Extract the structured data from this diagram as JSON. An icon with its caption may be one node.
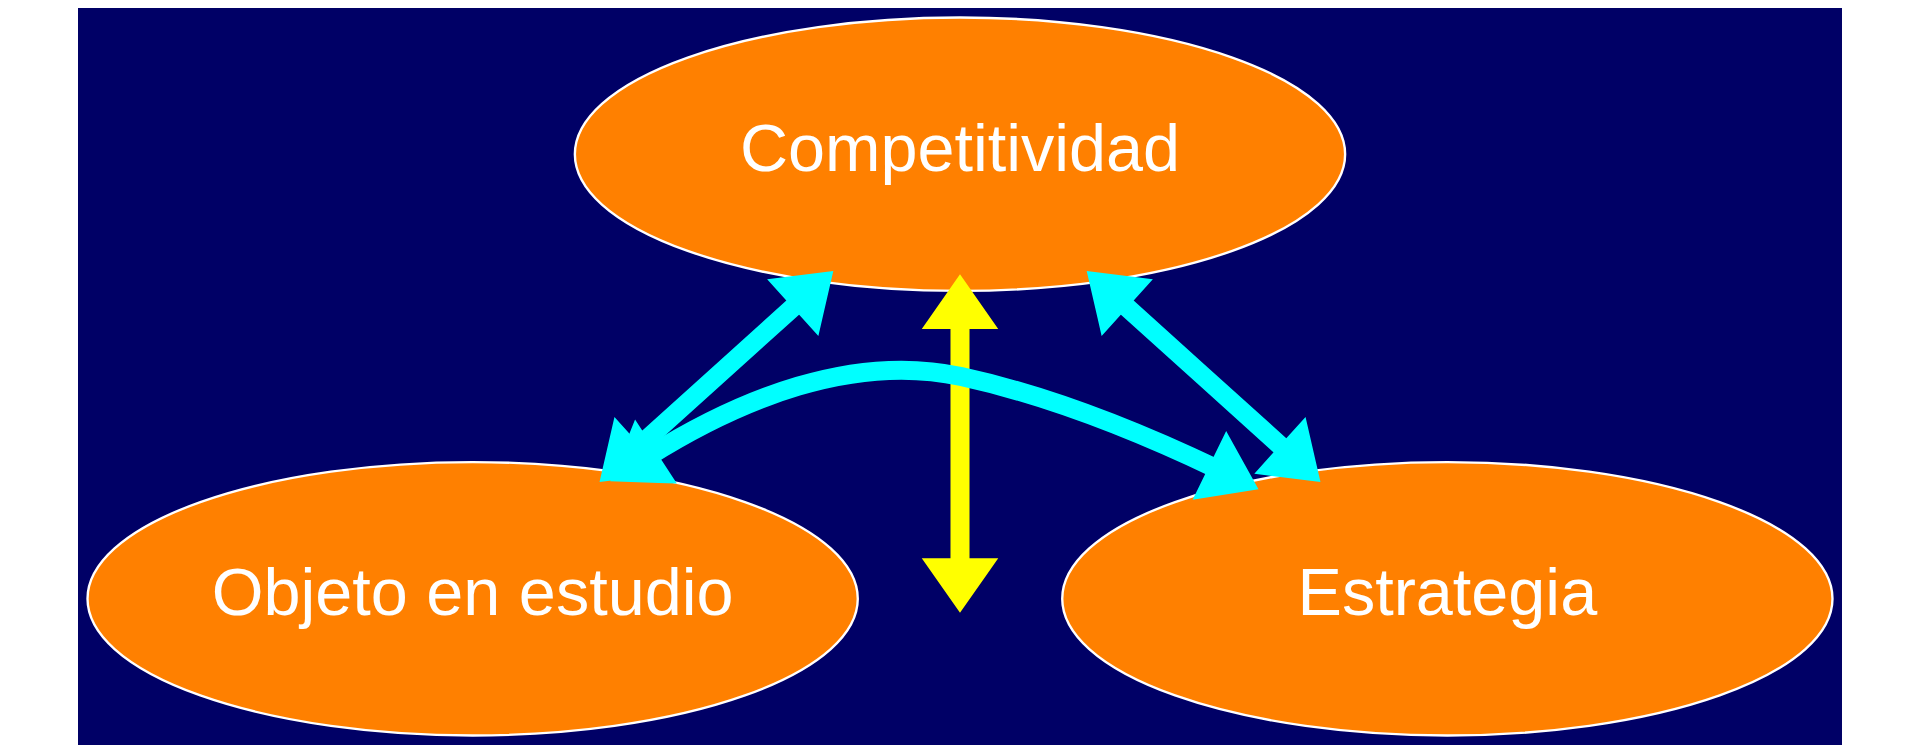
{
  "diagram": {
    "nodes": [
      {
        "text": [
          "Competitividad"
        ]
      },
      {
        "text": [
          "Objeto en estudio"
        ]
      },
      {
        "text": [
          "Estrategia"
        ]
      }
    ],
    "edges": [
      {
        "from": 0,
        "to": 1,
        "arrow": "both"
      },
      {
        "from": 0,
        "to": 2,
        "arrow": "both"
      },
      {
        "from": 1,
        "to": 2,
        "arrow": "both"
      },
      {
        "from": 0,
        "to": null,
        "arrow": "both",
        "color": "#ffff00"
      }
    ]
  }
}
